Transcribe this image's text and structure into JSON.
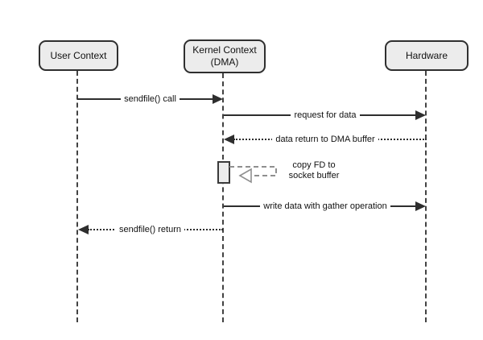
{
  "diagram": {
    "type": "sequence-diagram",
    "background": "#ffffff",
    "colors": {
      "actor_fill": "#ececec",
      "actor_border": "#2f2f2f",
      "message_line": "#2e2e2e",
      "lifeline": "#424242",
      "self_loop": "#8f8f8f",
      "text": "#111111"
    },
    "actors": [
      {
        "id": "user-context",
        "label": "User Context"
      },
      {
        "id": "kernel-context",
        "label": "Kernel Context",
        "sublabel": "(DMA)"
      },
      {
        "id": "hardware",
        "label": "Hardware"
      }
    ],
    "messages": [
      {
        "from": "user-context",
        "to": "kernel-context",
        "label": "sendfile() call",
        "line_style": "solid",
        "arrowhead": "filled"
      },
      {
        "from": "kernel-context",
        "to": "hardware",
        "label": "request for data",
        "line_style": "solid",
        "arrowhead": "filled"
      },
      {
        "from": "hardware",
        "to": "kernel-context",
        "label": "data return to DMA buffer",
        "line_style": "dotted",
        "arrowhead": "filled"
      },
      {
        "from": "kernel-context",
        "to": "kernel-context",
        "label": "copy FD to",
        "label_line2": "socket buffer",
        "line_style": "dashed-self",
        "arrowhead": "open"
      },
      {
        "from": "kernel-context",
        "to": "hardware",
        "label": "write data with gather operation",
        "line_style": "solid",
        "arrowhead": "filled"
      },
      {
        "from": "kernel-context",
        "to": "user-context",
        "label": "sendfile() return",
        "line_style": "dotted",
        "arrowhead": "filled"
      }
    ]
  }
}
